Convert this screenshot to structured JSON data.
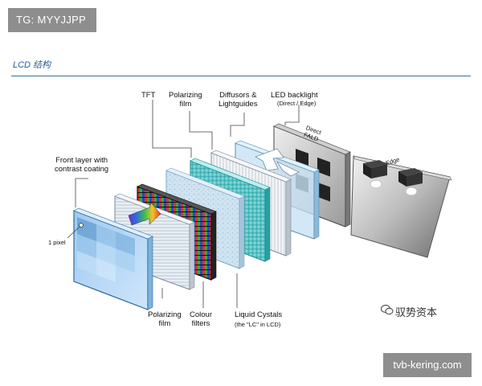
{
  "watermark_top": "TG: MYYJJPP",
  "section_title": "LCD 结构",
  "labels": {
    "tft": "TFT",
    "polarizing_film_top": "Polarizing\nfilm",
    "diffusors": "Diffusors &\nLightguides",
    "led_backlight": "LED backlight",
    "led_backlight_sub": "(Direct / Edge)",
    "direct_fald": "Direct\nFALD",
    "edge": "Edge",
    "front_layer": "Front layer with\ncontrast coating",
    "one_pixel": "1 pixel",
    "polarizing_film_bottom": "Polarizing\nfilm",
    "colour_filters": "Colour\nfilters",
    "liquid_crystals": "Liquid Cystals",
    "liquid_crystals_sub": "(the \"LC\" in LCD)"
  },
  "brand_icon": "wechat-logo",
  "brand_text": "驭势资本",
  "watermark_bottom": "tvb-kering.com"
}
